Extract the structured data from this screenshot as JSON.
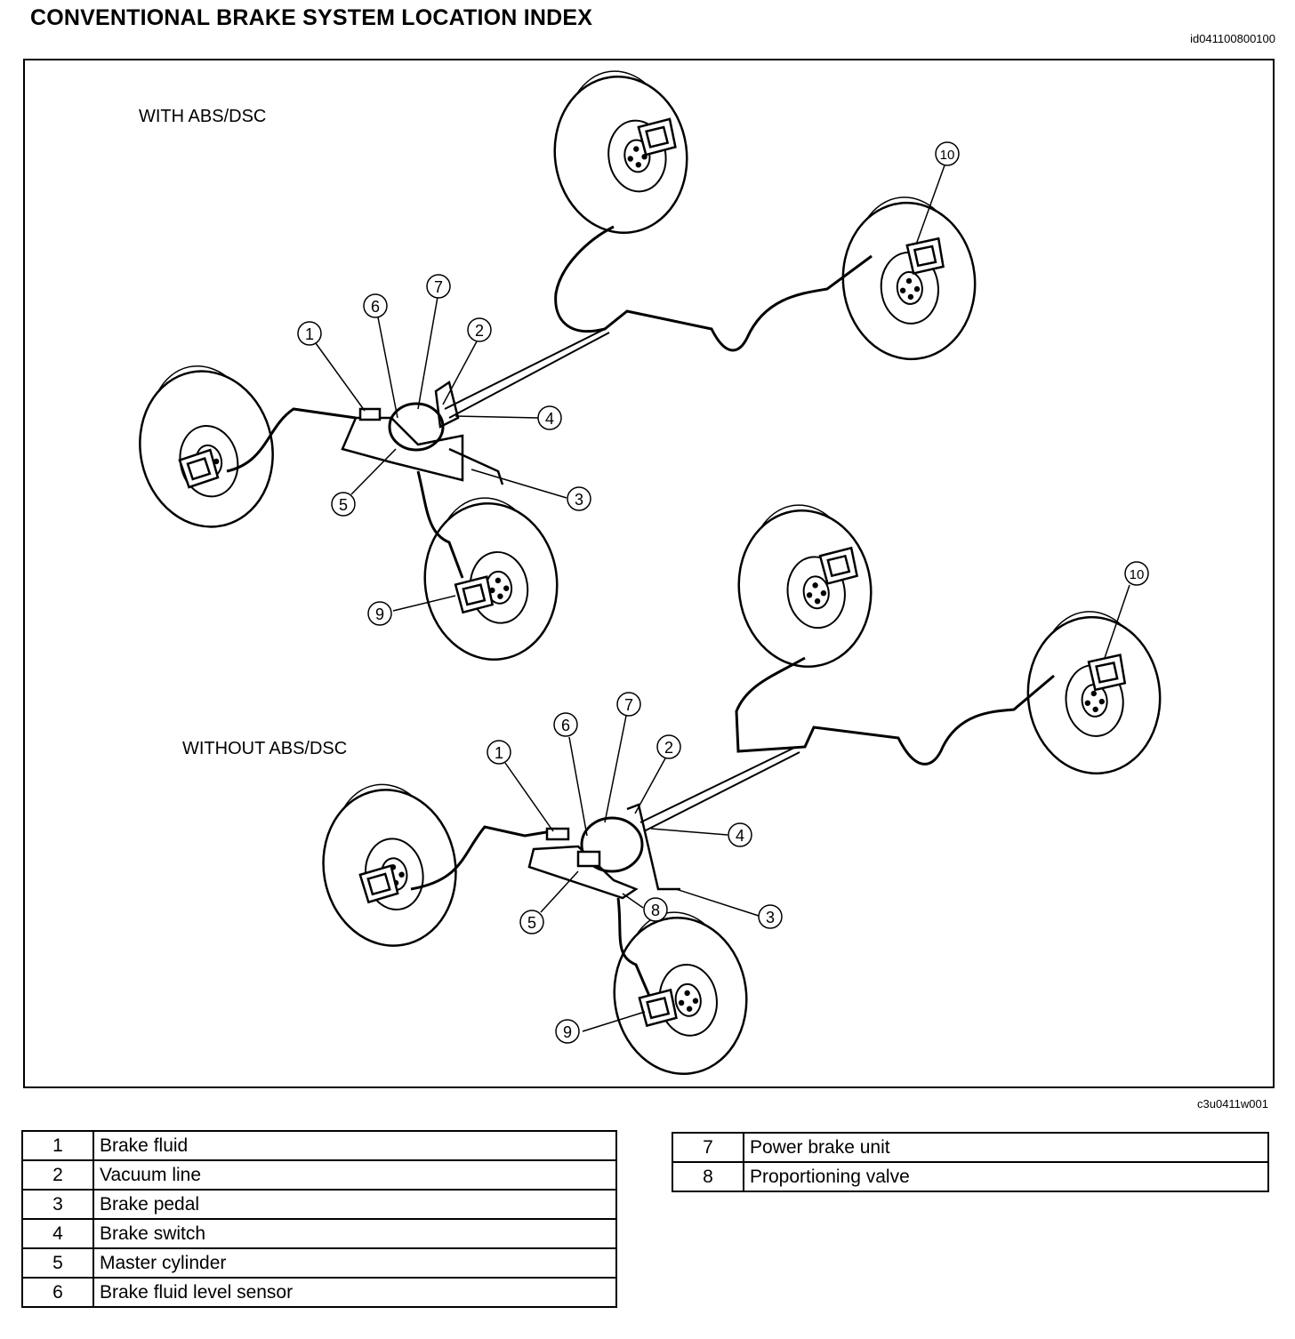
{
  "header": {
    "title": "CONVENTIONAL BRAKE SYSTEM LOCATION INDEX",
    "doc_id": "id041100800100"
  },
  "figure": {
    "figure_id": "c3u0411w001",
    "sections": [
      {
        "label": "WITH ABS/DSC"
      },
      {
        "label": "WITHOUT ABS/DSC"
      }
    ],
    "callouts_top": [
      "1",
      "6",
      "7",
      "2",
      "4",
      "3",
      "5",
      "9",
      "10"
    ],
    "callouts_bottom": [
      "1",
      "6",
      "7",
      "2",
      "4",
      "3",
      "8",
      "5",
      "9",
      "10"
    ]
  },
  "legend_left": [
    {
      "num": "1",
      "desc": "Brake fluid"
    },
    {
      "num": "2",
      "desc": "Vacuum line"
    },
    {
      "num": "3",
      "desc": "Brake pedal"
    },
    {
      "num": "4",
      "desc": "Brake switch"
    },
    {
      "num": "5",
      "desc": "Master cylinder"
    },
    {
      "num": "6",
      "desc": "Brake fluid level sensor"
    }
  ],
  "legend_right": [
    {
      "num": "7",
      "desc": "Power brake unit"
    },
    {
      "num": "8",
      "desc": "Proportioning valve"
    }
  ]
}
